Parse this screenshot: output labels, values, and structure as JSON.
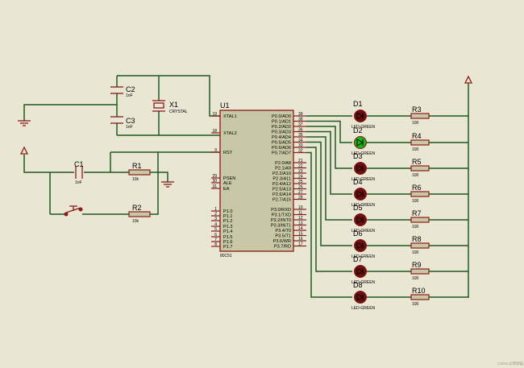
{
  "mcu": {
    "ref": "U1",
    "part": "80C51",
    "left_pins": [
      {
        "num": "19",
        "name": "XTAL1"
      },
      {
        "num": "18",
        "name": "XTAL2"
      },
      {
        "num": "9",
        "name": "RST"
      },
      {
        "num": "29",
        "name": "PSEN"
      },
      {
        "num": "30",
        "name": "ALE"
      },
      {
        "num": "31",
        "name": "EA"
      },
      {
        "num": "1",
        "name": "P1.0"
      },
      {
        "num": "2",
        "name": "P1.1"
      },
      {
        "num": "3",
        "name": "P1.2"
      },
      {
        "num": "4",
        "name": "P1.3"
      },
      {
        "num": "5",
        "name": "P1.4"
      },
      {
        "num": "6",
        "name": "P1.5"
      },
      {
        "num": "7",
        "name": "P1.6"
      },
      {
        "num": "8",
        "name": "P1.7"
      }
    ],
    "right_pins": [
      {
        "num": "39",
        "name": "P0.0/AD0"
      },
      {
        "num": "38",
        "name": "P0.1/AD1"
      },
      {
        "num": "37",
        "name": "P0.2/AD2"
      },
      {
        "num": "36",
        "name": "P0.3/AD3"
      },
      {
        "num": "35",
        "name": "P0.4/AD4"
      },
      {
        "num": "34",
        "name": "P0.5/AD5"
      },
      {
        "num": "33",
        "name": "P0.6/AD6"
      },
      {
        "num": "32",
        "name": "P0.7/AD7"
      },
      {
        "num": "21",
        "name": "P2.0/A8"
      },
      {
        "num": "22",
        "name": "P2.1/A9"
      },
      {
        "num": "23",
        "name": "P2.2/A10"
      },
      {
        "num": "24",
        "name": "P2.3/A11"
      },
      {
        "num": "25",
        "name": "P2.4/A12"
      },
      {
        "num": "26",
        "name": "P2.5/A13"
      },
      {
        "num": "27",
        "name": "P2.6/A14"
      },
      {
        "num": "28",
        "name": "P2.7/A15"
      },
      {
        "num": "10",
        "name": "P3.0/RXD"
      },
      {
        "num": "11",
        "name": "P3.1/TXD"
      },
      {
        "num": "12",
        "name": "P3.2/INT0"
      },
      {
        "num": "13",
        "name": "P3.3/INT1"
      },
      {
        "num": "14",
        "name": "P3.4/T0"
      },
      {
        "num": "15",
        "name": "P3.5/T1"
      },
      {
        "num": "16",
        "name": "P3.6/WR"
      },
      {
        "num": "17",
        "name": "P3.7/RD"
      }
    ]
  },
  "leds": [
    {
      "ref": "D1",
      "type": "LED-GREEN",
      "lit": false,
      "color": "#6b0f0f"
    },
    {
      "ref": "D2",
      "type": "LED-GREEN",
      "lit": true,
      "color": "#1cb21c"
    },
    {
      "ref": "D3",
      "type": "LED-GREEN",
      "lit": false,
      "color": "#6b0f0f"
    },
    {
      "ref": "D4",
      "type": "LED-GREEN",
      "lit": false,
      "color": "#6b0f0f"
    },
    {
      "ref": "D5",
      "type": "LED-GREEN",
      "lit": false,
      "color": "#6b0f0f"
    },
    {
      "ref": "D6",
      "type": "LED-GREEN",
      "lit": false,
      "color": "#6b0f0f"
    },
    {
      "ref": "D7",
      "type": "LED-GREEN",
      "lit": false,
      "color": "#6b0f0f"
    },
    {
      "ref": "D8",
      "type": "LED-GREEN",
      "lit": false,
      "color": "#6b0f0f"
    }
  ],
  "resistors": [
    {
      "ref": "R3",
      "value": "100"
    },
    {
      "ref": "R4",
      "value": "100"
    },
    {
      "ref": "R5",
      "value": "100"
    },
    {
      "ref": "R6",
      "value": "100"
    },
    {
      "ref": "R7",
      "value": "100"
    },
    {
      "ref": "R8",
      "value": "100"
    },
    {
      "ref": "R9",
      "value": "100"
    },
    {
      "ref": "R10",
      "value": "100"
    }
  ],
  "osc": {
    "c2": {
      "ref": "C2",
      "value": "1nF"
    },
    "c3": {
      "ref": "C3",
      "value": "1nF"
    },
    "x1": {
      "ref": "X1",
      "value": "CRYSTAL"
    }
  },
  "reset": {
    "c1": {
      "ref": "C1",
      "value": "1nF"
    },
    "r1": {
      "ref": "R1",
      "value": "10k"
    },
    "r2": {
      "ref": "R2",
      "value": "10k"
    }
  },
  "colors": {
    "wire": "#1f5a1f",
    "component": "#8b1a1a",
    "background": "#e9e6d3",
    "led_off": "#6b0f0f",
    "led_on": "#1cb21c"
  },
  "watermark": "CSDN @郭郭猫"
}
